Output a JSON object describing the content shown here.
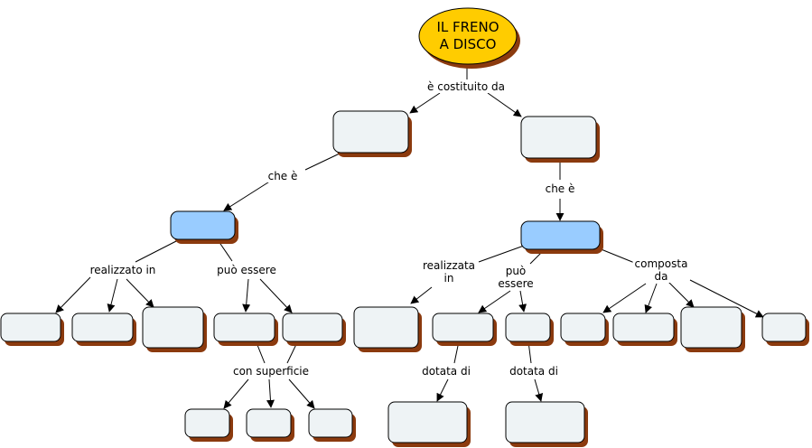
{
  "root": {
    "label": "IL FRENO\nA DISCO",
    "fill": "#ffcc00"
  },
  "colors": {
    "node_fill": "#eef3f5",
    "node_highlight": "#99ccff",
    "shadow": "#8b3a0e",
    "line": "#000000"
  },
  "links": {
    "costituito": "è costituito da",
    "che_e_left": "che è",
    "che_e_right": "che è",
    "realizzato_in": "realizzato in",
    "puo_essere_left": "può essere",
    "con_superficie": "con superficie",
    "realizzata_in": "realizzata\nin",
    "puo_essere_right": "può\nessere",
    "composta_da": "composta\nda",
    "dotata_di_1": "dotata di",
    "dotata_di_2": "dotata di"
  }
}
